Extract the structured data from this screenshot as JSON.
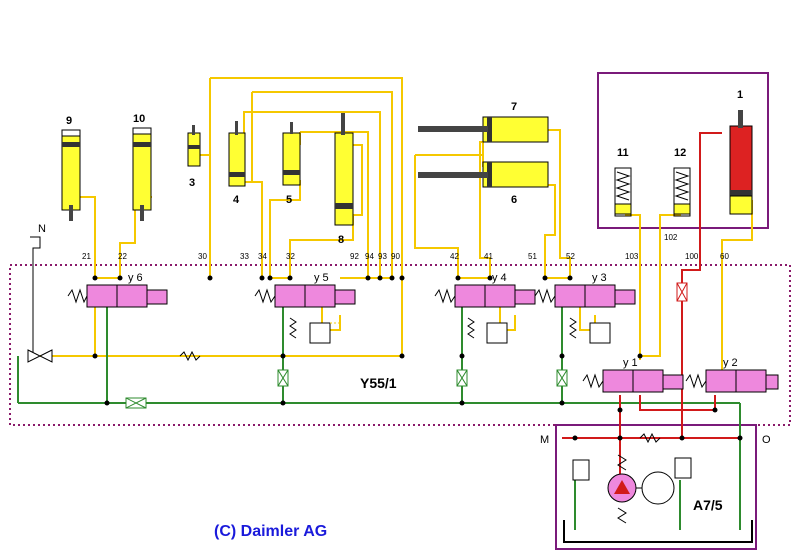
{
  "colors": {
    "yellow_line": "#f5c800",
    "green_line": "#2e8b2e",
    "red_line": "#d11a1a",
    "valve_pink": "#ee88dd",
    "cylinder_yellow": "#ffff33",
    "frame_purple": "#7a1a7a",
    "copyright_blue": "#1a1adb"
  },
  "cylinders": {
    "c1": "1",
    "c3": "3",
    "c4": "4",
    "c5": "5",
    "c6": "6",
    "c7": "7",
    "c8": "8",
    "c9": "9",
    "c10": "10",
    "c11": "11",
    "c12": "12"
  },
  "ports": {
    "p21": "21",
    "p22": "22",
    "p30": "30",
    "p33": "33",
    "p34": "34",
    "p32": "32",
    "p92": "92",
    "p94": "94",
    "p93": "93",
    "p90": "90",
    "p42": "42",
    "p41": "41",
    "p51": "51",
    "p52": "52",
    "p103": "103",
    "p102": "102",
    "p100": "100",
    "p60": "60"
  },
  "valves": {
    "y1": "y 1",
    "y2": "y 2",
    "y3": "y 3",
    "y4": "y 4",
    "y5": "y 5",
    "y6": "y 6"
  },
  "labels": {
    "unit": "Y55/1",
    "pump_unit": "A7/5",
    "n": "N",
    "m": "M",
    "o": "O",
    "copyright": "(C) Daimler AG"
  }
}
